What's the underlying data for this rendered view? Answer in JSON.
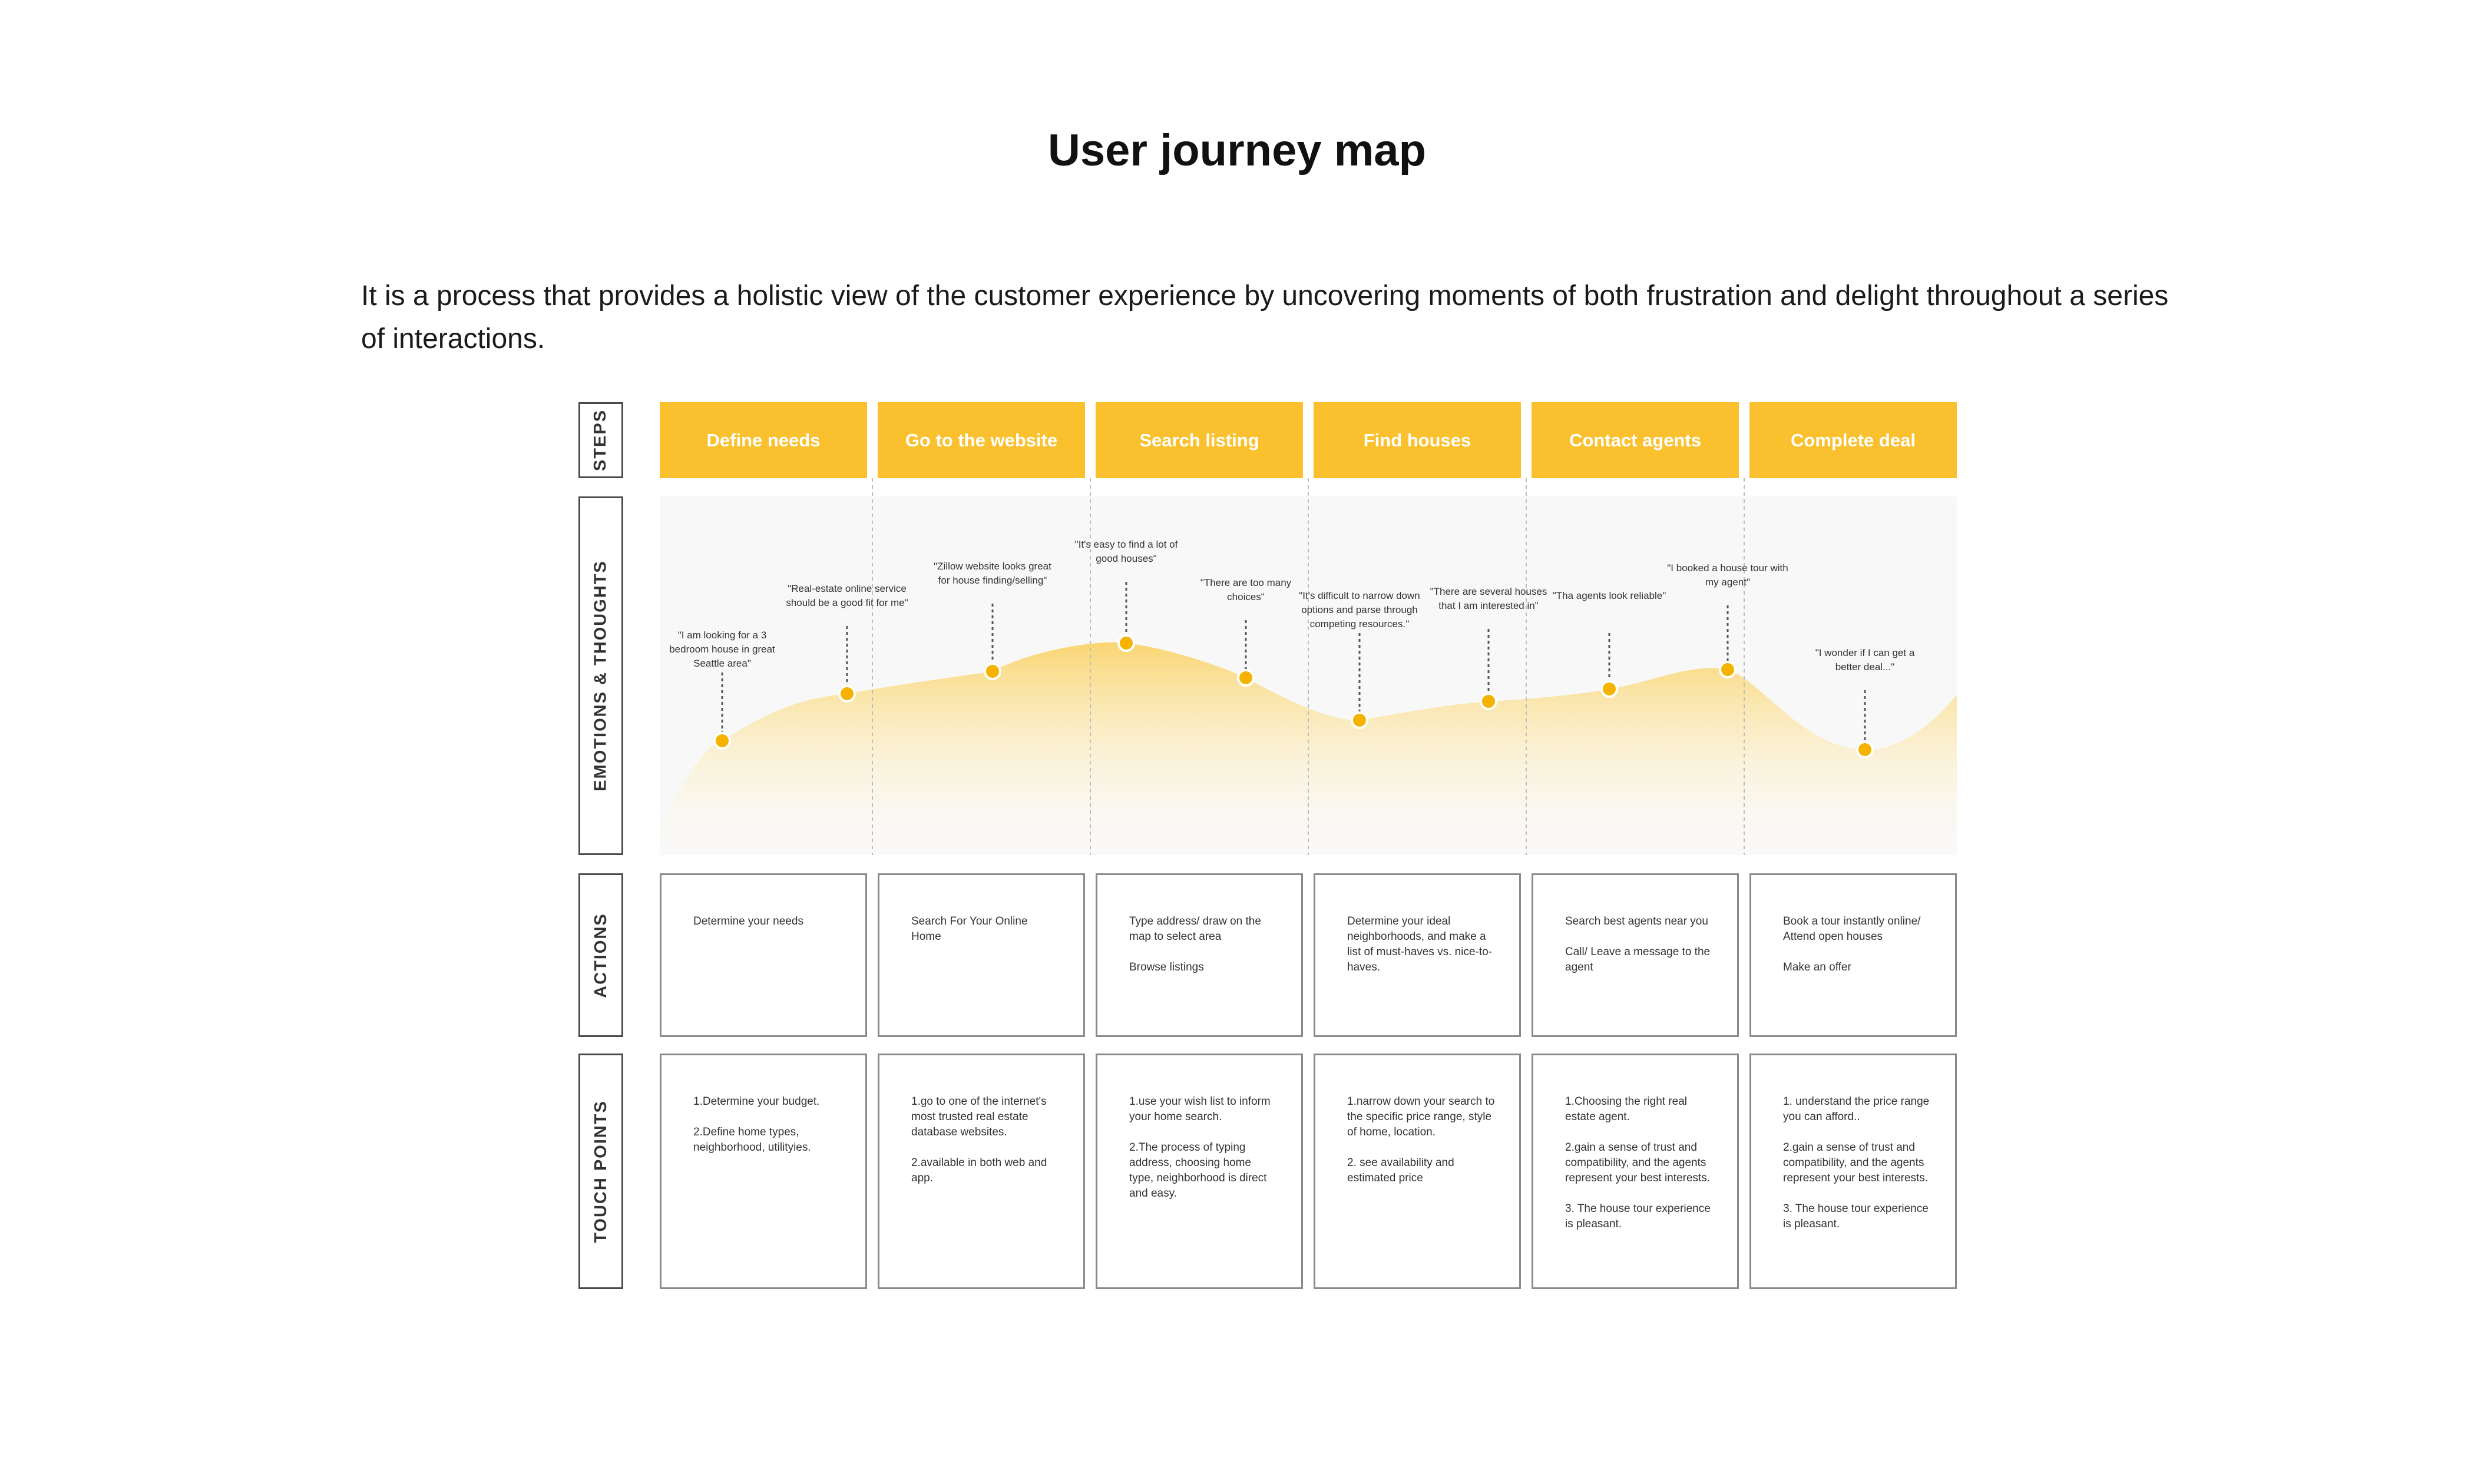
{
  "title": "User journey map",
  "intro": "It is a process that provides a holistic view of the customer experience by uncovering moments of both frustration and delight throughout a series of interactions.",
  "row_labels": {
    "steps": "STEPS",
    "emotions": "EMOTIONS & THOUGHTS",
    "actions": "ACTIONS",
    "touch_points": "TOUCH POINTS"
  },
  "colors": {
    "accent": "#FBC02D",
    "dot": "#F5B300",
    "dot_stroke": "#ffffff",
    "wave_top": "#FAD46B"
  },
  "steps": [
    "Define needs",
    "Go to the website",
    "Search listing",
    "Find houses",
    "Contact agents",
    "Complete deal"
  ],
  "emotions": [
    {
      "quote": "\"I am looking for a 3 bedroom house in great Seattle area\""
    },
    {
      "quote": "\"Real-estate online service should be a good fit for me\""
    },
    {
      "quote": "\"Zillow website looks great for house finding/selling\""
    },
    {
      "quote": "\"It's easy to find a lot of good houses\""
    },
    {
      "quote": "\"There are too many choices\""
    },
    {
      "quote": "\"It's difficult to narrow down options and parse through competing resources.\""
    },
    {
      "quote": "\"There are several houses that I am interested in\""
    },
    {
      "quote": "\"Tha agents look reliable\""
    },
    {
      "quote": "\"I booked a house tour with my agent\""
    },
    {
      "quote": "\"I wonder if I can get a better deal...\""
    }
  ],
  "actions": [
    [
      "Determine your needs"
    ],
    [
      "Search For Your Online Home"
    ],
    [
      "Type address/ draw on the map to select area",
      "Browse listings"
    ],
    [
      "Determine your ideal neighborhoods, and make a list of must-haves vs. nice-to-haves."
    ],
    [
      "Search best agents near you",
      "Call/ Leave a message to the agent"
    ],
    [
      "Book a tour instantly online/ Attend open houses",
      "Make an offer"
    ]
  ],
  "touch_points": [
    [
      "1.Determine your budget.",
      "2.Define home types, neighborhood, utilityies."
    ],
    [
      "1.go to one of the internet's most trusted real estate database websites.",
      "2.available in both web and app."
    ],
    [
      "1.use your wish list to inform your home search.",
      "2.The process of typing address, choosing home type, neighborhood is direct and easy."
    ],
    [
      "1.narrow down your search to the specific price range, style of home, location.",
      "2. see availability and estimated price"
    ],
    [
      "1.Choosing the right real estate agent.",
      "2.gain a sense of trust and compatibility, and the agents represent your best interests.",
      "3. The house tour experience is pleasant."
    ],
    [
      "1. understand the price range you can afford..",
      "2.gain a sense of trust and compatibility, and the agents represent your best interests.",
      "3. The house tour experience is pleasant."
    ]
  ]
}
